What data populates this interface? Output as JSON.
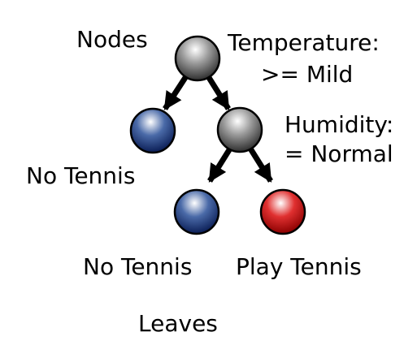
{
  "labels": {
    "nodes": "Nodes",
    "leaves": "Leaves",
    "root_split_line1": "Temperature:",
    "root_split_line2": ">= Mild",
    "inner_split_line1": "Humidity:",
    "inner_split_line2": "= Normal",
    "leaf_left": "No Tennis",
    "leaf_mid": "No Tennis",
    "leaf_right": "Play Tennis"
  },
  "colors": {
    "decision_node": "#7a7a7a",
    "no_tennis_leaf": "#1e3a7a",
    "play_tennis_leaf": "#cc1a1a",
    "arrow": "#000000"
  }
}
